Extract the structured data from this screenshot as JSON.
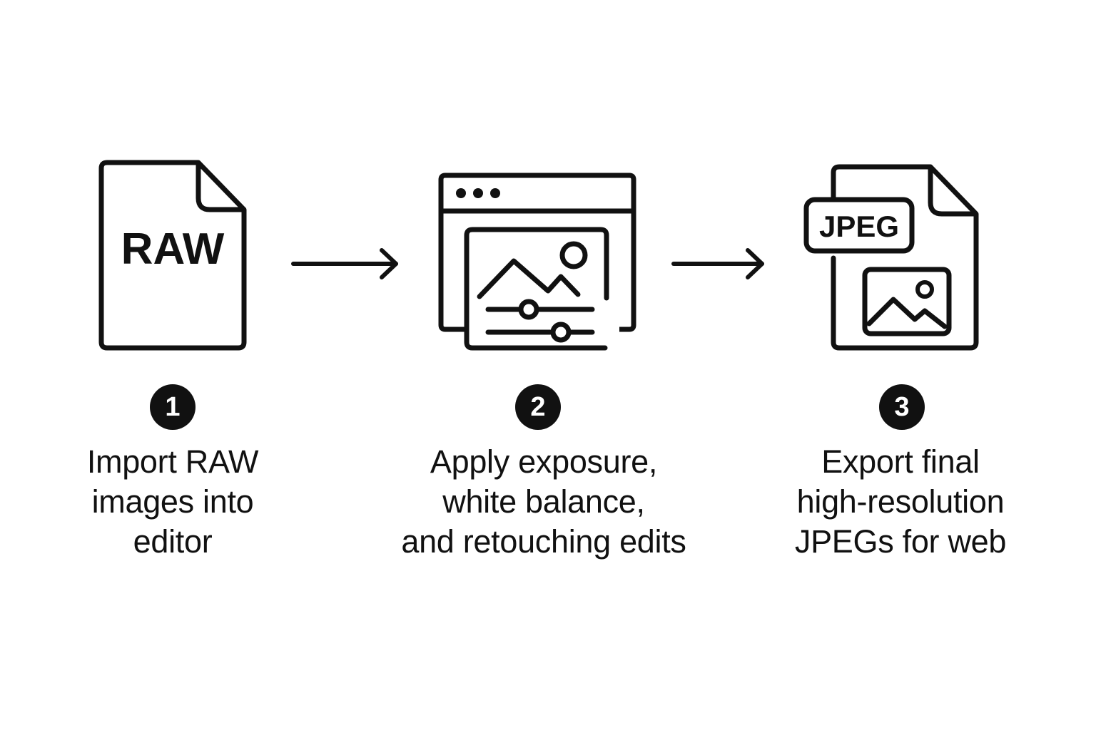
{
  "steps": [
    {
      "number": "1",
      "icon": "raw-file-icon",
      "icon_label": "RAW",
      "caption": "Import RAW\nimages into\neditor"
    },
    {
      "number": "2",
      "icon": "photo-editor-window-icon",
      "caption": "Apply exposure,\nwhite balance,\nand retouching edits"
    },
    {
      "number": "3",
      "icon": "jpeg-file-icon",
      "icon_label": "JPEG",
      "caption": "Export final\nhigh-resolution\nJPEGs for web"
    }
  ],
  "colors": {
    "stroke": "#111111",
    "background": "#ffffff"
  }
}
